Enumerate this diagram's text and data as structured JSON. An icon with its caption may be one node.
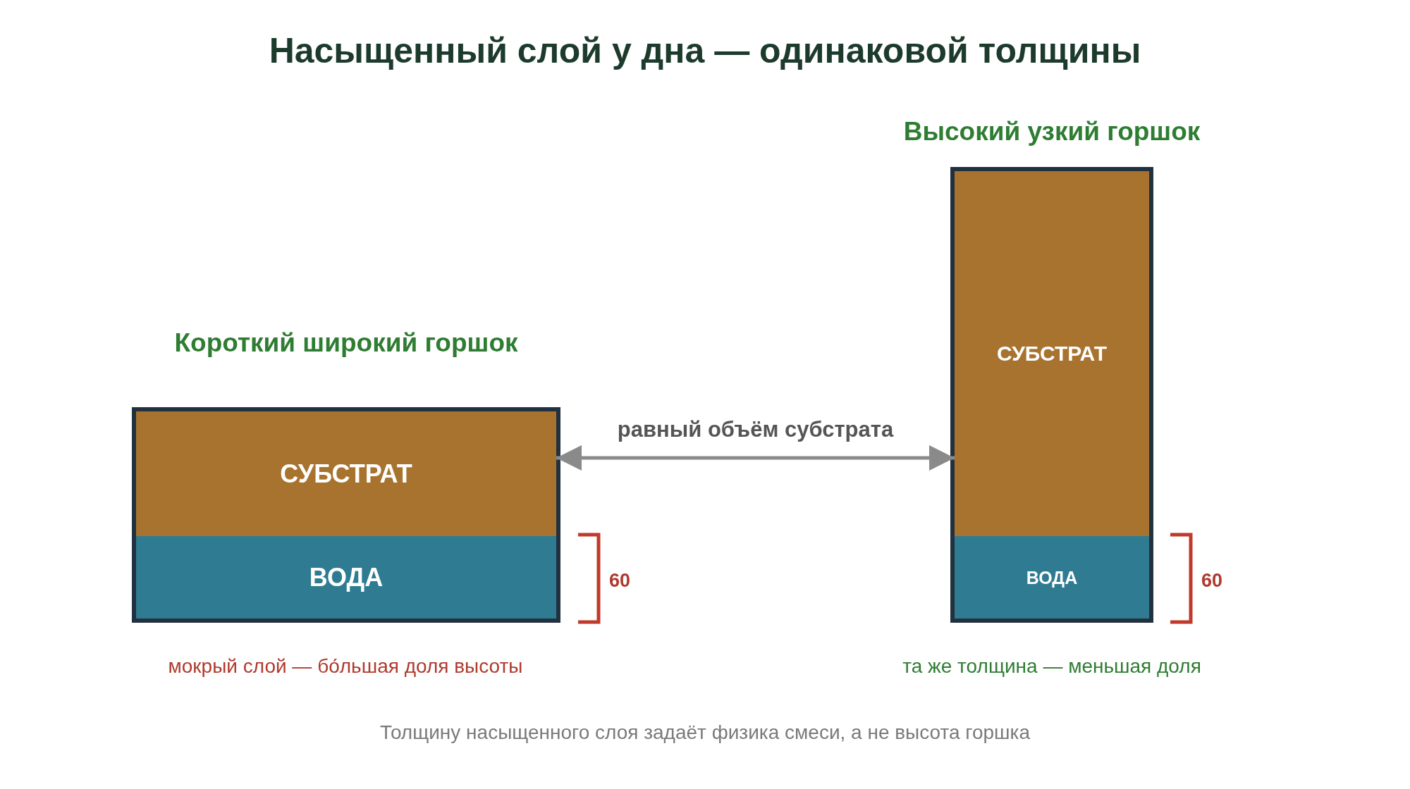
{
  "diagram": {
    "title": "Насыщенный слой у дна — одинаковой толщины",
    "caption": "Толщину насыщенного слоя задаёт физика смеси, а не высота горшка",
    "nodes": [
      {
        "text": [
          "Короткий широкий горшок"
        ],
        "beside": [
          "мокрый слой — бо́льшая доля высоты"
        ]
      },
      {
        "text": [
          "СУБСТРАТ"
        ],
        "in": 0
      },
      {
        "text": [
          "ВОДА"
        ],
        "in": 0
      },
      {
        "text": [
          "Высокий узкий горшок"
        ],
        "beside": [
          "та же толщина — меньшая доля"
        ]
      },
      {
        "text": [
          "СУБСТРАТ"
        ],
        "in": 3
      },
      {
        "text": [
          "ВОДА"
        ],
        "in": 3
      }
    ],
    "edges": [
      {
        "from": 1,
        "to": 4,
        "arrow": "both",
        "label": "равный объём субстрата"
      }
    ],
    "labels": [
      "60",
      "60"
    ]
  }
}
